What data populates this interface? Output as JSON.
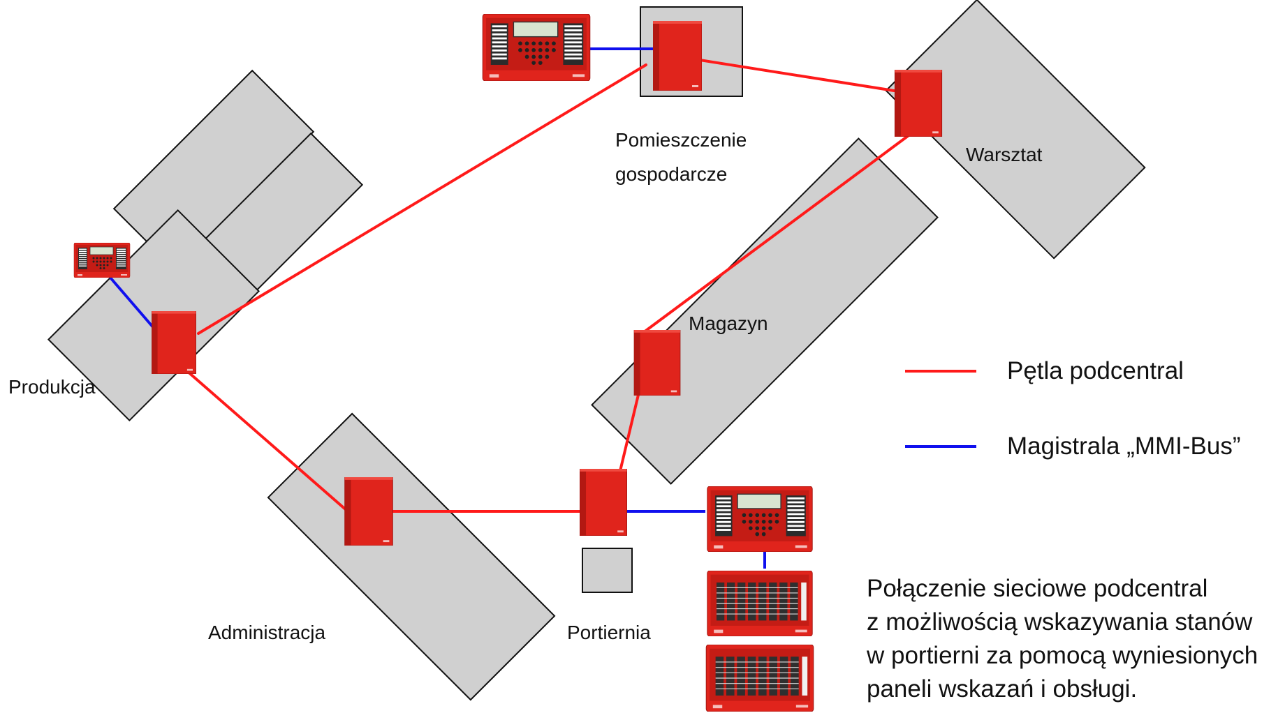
{
  "colors": {
    "room_fill": "#d0d0d0",
    "room_stroke": "#111111",
    "loop_line": "#ff1a1a",
    "bus_line": "#1010ee",
    "cabinet": "#e0241c",
    "cabinet_dark": "#b31812"
  },
  "rooms": {
    "pomieszczenie_line1": "Pomieszczenie",
    "pomieszczenie_line2": "gospodarcze",
    "warsztat": "Warsztat",
    "magazyn": "Magazyn",
    "produkcja": "Produkcja",
    "administracja": "Administracja",
    "portiernia": "Portiernia"
  },
  "legend": {
    "loop_label": "Pętla podcentral",
    "bus_label": "Magistrala „MMI-Bus”"
  },
  "description": {
    "line1": "Połączenie sieciowe podcentral",
    "line2": "z możliwością wskazywania stanów",
    "line3": "w portierni za pomocą wyniesionych",
    "line4": "paneli wskazań i obsługi."
  }
}
